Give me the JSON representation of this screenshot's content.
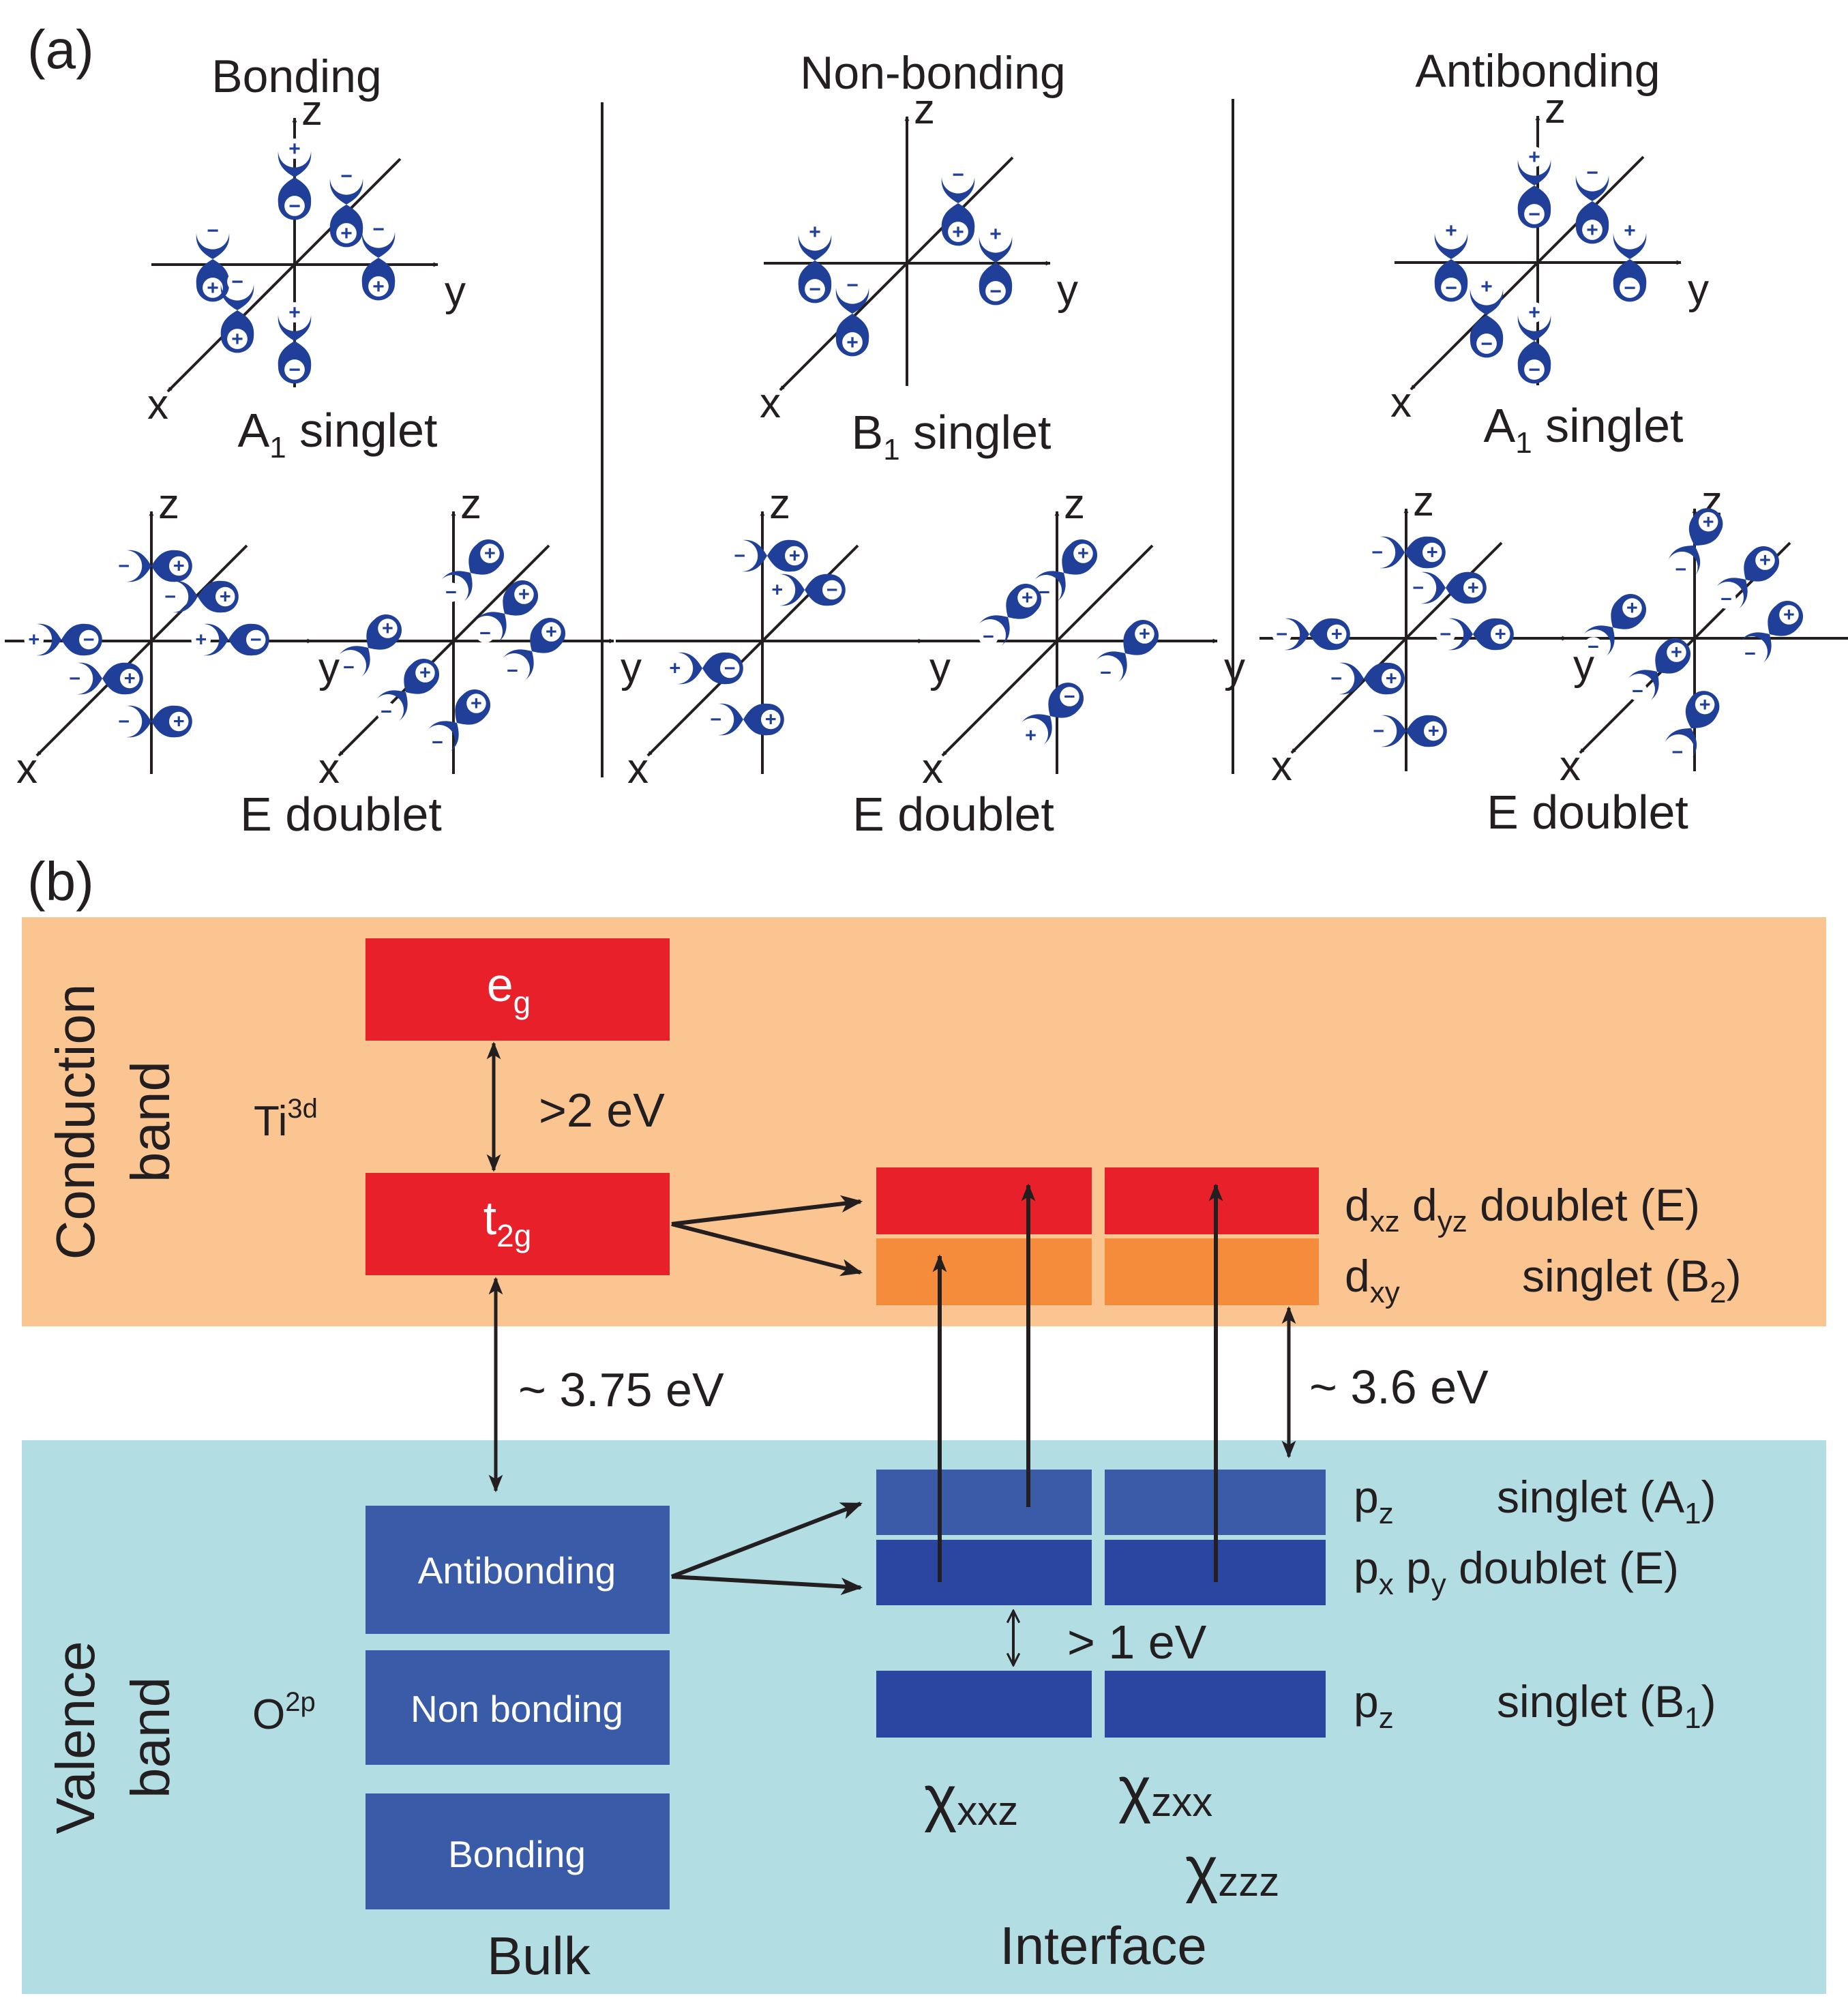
{
  "panel_a": {
    "label": "(a)",
    "columns": [
      {
        "title": "Bonding",
        "singlet_label": "A",
        "singlet_sub": "1",
        "singlet_word": " singlet",
        "doublet_label": "E doublet"
      },
      {
        "title": "Non-bonding",
        "singlet_label": "B",
        "singlet_sub": "1",
        "singlet_word": " singlet",
        "doublet_label": "E doublet"
      },
      {
        "title": "Antibonding",
        "singlet_label": "A",
        "singlet_sub": "1",
        "singlet_word": " singlet",
        "doublet_label": "E doublet"
      }
    ],
    "axes": {
      "x": "x",
      "y": "y",
      "z": "z"
    },
    "signs": {
      "plus": "+",
      "minus": "−"
    }
  },
  "panel_b": {
    "label": "(b)",
    "conduction_band": {
      "label_line1": "Conduction",
      "label_line2": "band",
      "ion": "Ti",
      "ion_sup": "3d",
      "bg": "#fbc592"
    },
    "valence_band": {
      "label_line1": "Valence",
      "label_line2": "band",
      "ion": "O",
      "ion_sup": "2p",
      "bg": "#b2dde2"
    },
    "bulk": {
      "eg": {
        "main": "e",
        "sub": "g"
      },
      "t2g": {
        "main": "t",
        "sub": "2g"
      },
      "gap_eg_t2g": ">2 eV",
      "gap_bulk": "~ 3.75 eV",
      "valence_levels": [
        "Antibonding",
        "Non bonding",
        "Bonding"
      ],
      "caption": "Bulk"
    },
    "interface": {
      "gap_interface": "~ 3.6 eV",
      "gap_valence": "> 1 eV",
      "caption": "Interface",
      "chi_left": {
        "main": "χ",
        "sub": "xxz"
      },
      "chi_right_1": {
        "main": "χ",
        "sub": "zxx"
      },
      "chi_right_2": {
        "main": "χ",
        "sub": "zzz"
      },
      "levels": {
        "dxz_dyz": {
          "o1": "d",
          "o1sub": "xz",
          "o2": " d",
          "o2sub": "yz",
          "desc": " doublet (E)"
        },
        "dxy": {
          "o1": "d",
          "o1sub": "xy",
          "desc": "singlet (B",
          "descsub": "2",
          "desc_end": ")"
        },
        "pz_a1": {
          "o1": "p",
          "o1sub": "z",
          "desc": "singlet (A",
          "descsub": "1",
          "desc_end": ")"
        },
        "pxpy": {
          "o1": "p",
          "o1sub": "x",
          "o2": " p",
          "o2sub": "y",
          "desc": " doublet (E)"
        },
        "pz_b1": {
          "o1": "p",
          "o1sub": "z",
          "desc": "singlet (B",
          "descsub": "1",
          "desc_end": ")"
        }
      }
    }
  },
  "colors": {
    "red": "#e8202a",
    "orange": "#f48c3c",
    "blue_light": "#3a5ba8",
    "blue_dark": "#2a46a0",
    "orbital": "#1f3f98",
    "text": "#231f20"
  }
}
